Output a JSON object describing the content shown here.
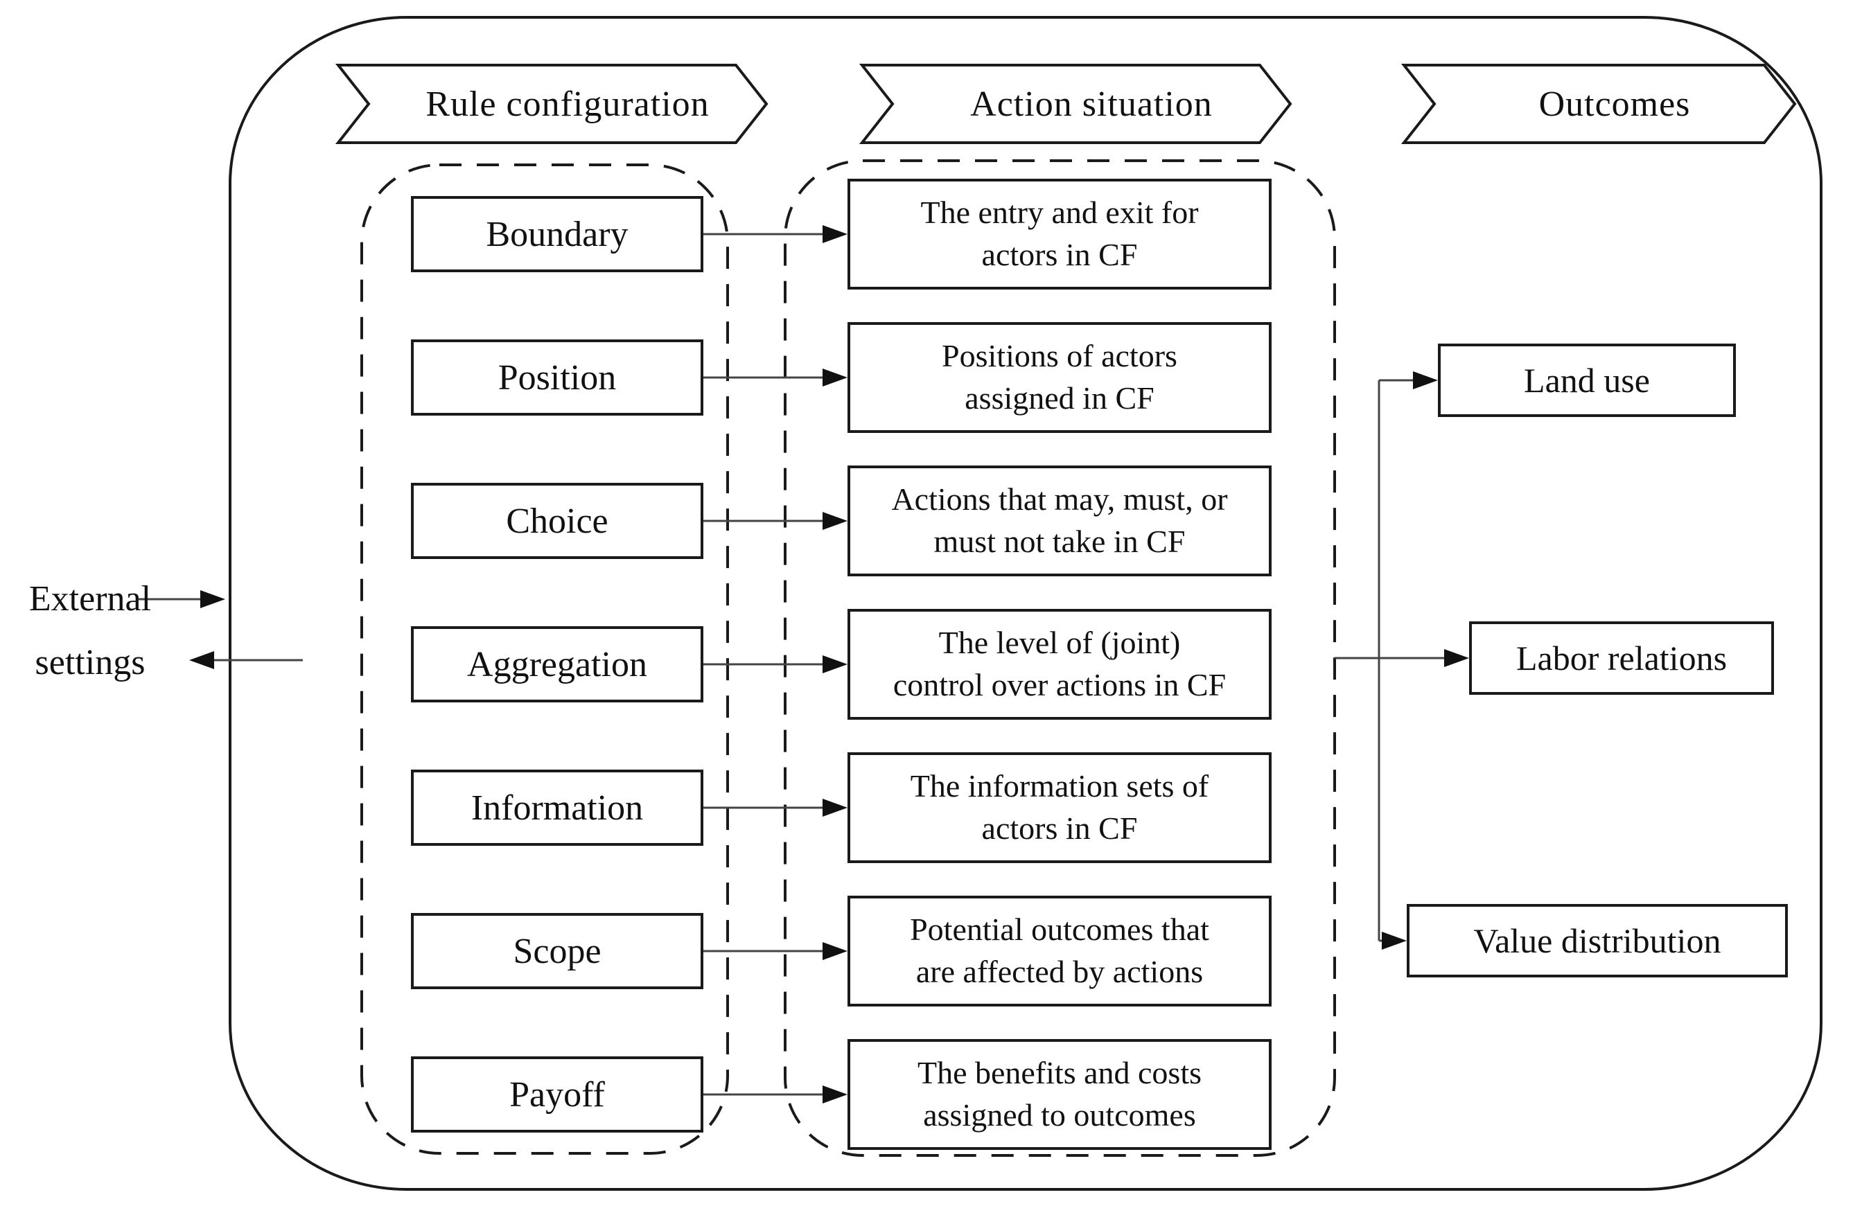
{
  "figure": {
    "external_settings_label": "External\nsettings",
    "headers": [
      "Rule configuration",
      "Action situation",
      "Outcomes"
    ],
    "rule_configuration": [
      "Boundary",
      "Position",
      "Choice",
      "Aggregation",
      "Information",
      "Scope",
      "Payoff"
    ],
    "action_situation": [
      "The entry and exit for\nactors in CF",
      "Positions of actors\nassigned in CF",
      "Actions that may, must, or\nmust not take in CF",
      "The level of (joint)\ncontrol over actions in CF",
      "The information sets of\nactors in CF",
      "Potential outcomes that\nare affected by actions",
      "The benefits and costs\nassigned to outcomes"
    ],
    "outcomes": [
      "Land use",
      "Labor relations",
      "Value distribution"
    ],
    "colors": {
      "box_border": "#1a1a1a",
      "connector_line": "#444444",
      "arrowhead": "#111111",
      "background": "#ffffff",
      "text": "#111111"
    }
  }
}
